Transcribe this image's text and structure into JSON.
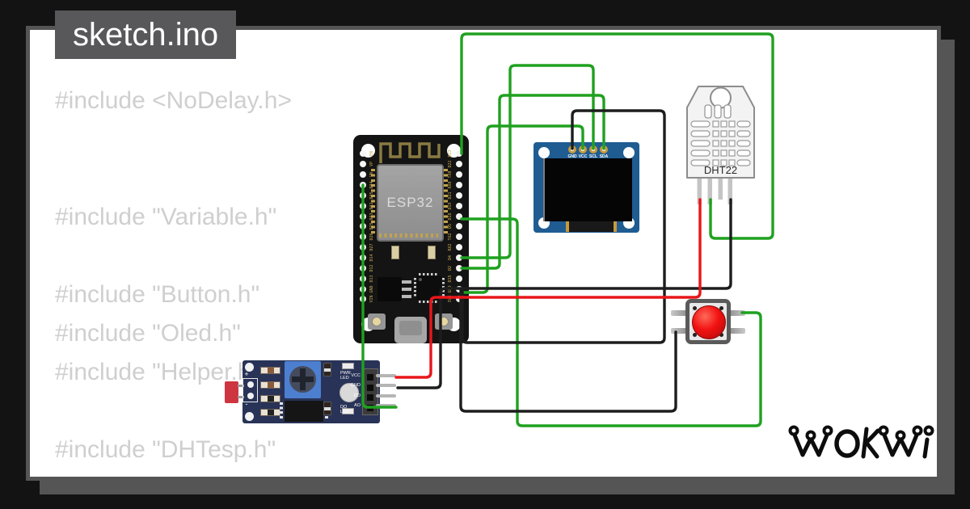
{
  "title": "sketch.ino",
  "brand": {
    "logo_text": "WOKWi"
  },
  "code": {
    "lines": [
      "#include <NoDelay.h>",
      "",
      "",
      "#include \"Variable.h\"",
      "",
      "#include \"Button.h\"",
      "#include \"Oled.h\"",
      "#include \"Helper.h\"",
      "",
      "#include \"DHTesp.h\""
    ]
  },
  "components": {
    "esp32": {
      "chip_label": "ESP32",
      "left_pins": [
        "EN",
        "VP",
        "VN",
        "D34",
        "D35",
        "D32",
        "D33",
        "D25",
        "D26",
        "D27",
        "D14",
        "D12",
        "D13",
        "GND",
        "VIN"
      ],
      "right_pins": [
        "D23",
        "D22",
        "TX0",
        "RX0",
        "D21",
        "D19",
        "D18",
        "D5",
        "TX2",
        "RX2",
        "D4",
        "D2",
        "D15",
        "GND",
        "3V3"
      ]
    },
    "oled": {
      "pins": [
        "GND",
        "VCC",
        "SCL",
        "SDA"
      ]
    },
    "dht22": {
      "label": "DHT22"
    },
    "ldr_module": {
      "pins": [
        "VCC",
        "GND",
        "DO",
        "AO"
      ],
      "pwr_led_label": "PWR LED",
      "do_led_label": "DO LED",
      "plus": "+",
      "minus": "-"
    }
  },
  "colors": {
    "frame": "#131313",
    "panel_gray": "#555555",
    "code_text": "#cfcfcf",
    "wire_green": "#1fa11f",
    "wire_red": "#e8161a",
    "wire_black": "#1d1d1d",
    "oled_pcb": "#1f5c92",
    "module_pcb": "#283357",
    "button_cap": "#e81010"
  }
}
